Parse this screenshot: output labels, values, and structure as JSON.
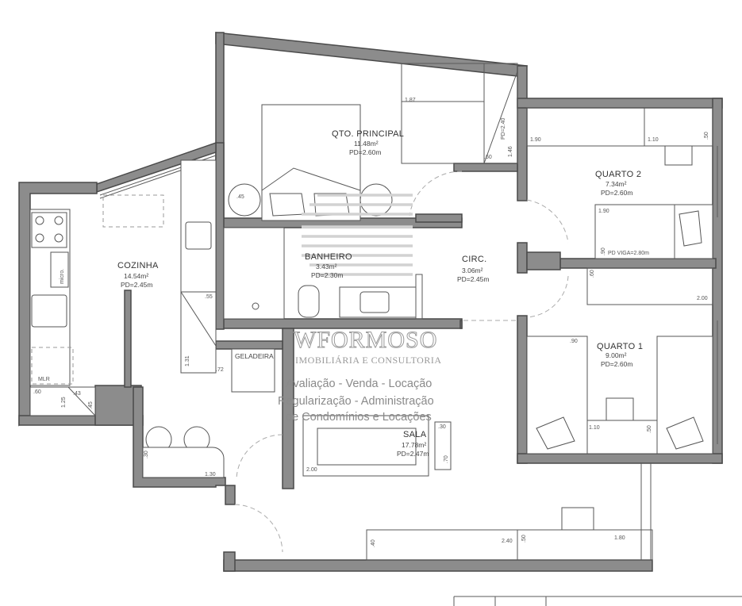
{
  "rooms": {
    "qto_principal": {
      "name": "QTO. PRINCIPAL",
      "area": "11.48m²",
      "pd": "PD=2.60m"
    },
    "quarto2": {
      "name": "QUARTO 2",
      "area": "7.34m²",
      "pd": "PD=2.60m"
    },
    "quarto1": {
      "name": "QUARTO 1",
      "area": "9.00m²",
      "pd": "PD=2.60m"
    },
    "cozinha": {
      "name": "COZINHA",
      "area": "14.54m²",
      "pd": "PD=2.45m"
    },
    "banheiro": {
      "name": "BANHEIRO",
      "area": "3.43m²",
      "pd": "PD=2.30m"
    },
    "circ": {
      "name": "CIRC.",
      "area": "3.06m²",
      "pd": "PD=2.45m"
    },
    "sala": {
      "name": "SALA",
      "area": "17.78m²",
      "pd": "PD=2.47m"
    }
  },
  "labels": {
    "geladeira": "GELADEIRA",
    "micro": "micro.",
    "mlr": "MLR",
    "pd_viga": "PD VIGA=2.80m"
  },
  "dims": {
    "d187": "1.87",
    "d190a": "1.90",
    "d110a": "1.10",
    "d050a": ".50",
    "d146": "1.46",
    "d060a": ".60",
    "d_pd": "PD=2.40",
    "d045": ".45",
    "d190b": "1.90",
    "d090a": ".90",
    "d060b": ".60",
    "d200a": "2.00",
    "d090b": ".90",
    "d110b": "1.10",
    "d050b": ".50",
    "d055": ".55",
    "d131": "1.31",
    "d072": ".72",
    "d060c": ".60",
    "d043": ".43",
    "d125": "1.25",
    "d045b": ".45",
    "d030a": ".30",
    "d130": "1.30",
    "d200b": "2.00",
    "d030b": ".30",
    "d070": ".70",
    "d040": ".40",
    "d240": "2.40",
    "d050c": ".50",
    "d180": "1.80"
  },
  "watermark": {
    "logo": "WFORMOSO",
    "subtitle": "IMOBILIÁRIA E CONSULTORIA",
    "line1": "Avaliação - Venda - Locação",
    "line2": "Regularização - Administração",
    "line3": "de Condomínios e Locações"
  }
}
